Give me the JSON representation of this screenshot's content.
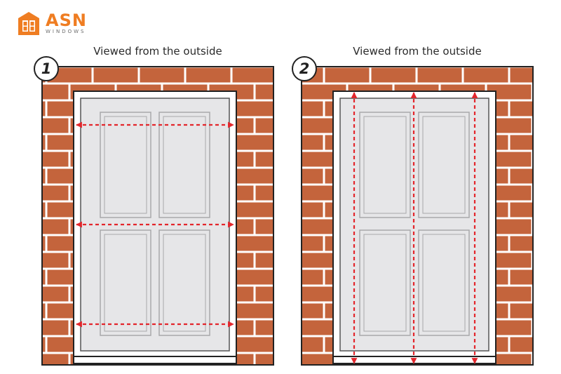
{
  "logo": {
    "name": "ASN",
    "tagline": "WINDOWS"
  },
  "panels": [
    {
      "number": "1",
      "caption": "Viewed from the outside",
      "arrow_direction": "horizontal",
      "arrow_count": 3
    },
    {
      "number": "2",
      "caption": "Viewed from the outside",
      "arrow_direction": "vertical",
      "arrow_count": 3
    }
  ],
  "colors": {
    "brick": "#c4643c",
    "mortar": "#ffffff",
    "outline": "#222222",
    "door_fill": "#e6e6e8",
    "panel_outline": "#a8a8aa",
    "arrow": "#e3262c",
    "logo_orange": "#ef7d22"
  }
}
